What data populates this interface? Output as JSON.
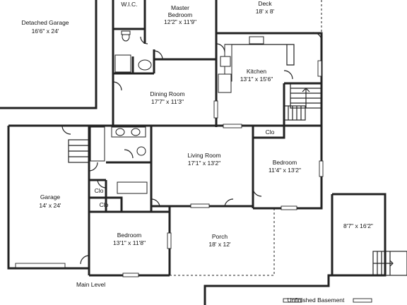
{
  "plan": {
    "caption": "Main Level",
    "rooms": {
      "wic": {
        "name": "W.I.C.",
        "dims": ""
      },
      "master_bedroom": {
        "name": "Master\nBedroom",
        "name_l1": "Master",
        "name_l2": "Bedroom",
        "dims": "12'2\" x 11'9\""
      },
      "deck": {
        "name": "Deck",
        "dims": "18' x 8'"
      },
      "detached_garage": {
        "name": "Detached Garage",
        "dims": "16'6\" x 24'"
      },
      "kitchen": {
        "name": "Kitchen",
        "dims": "13'1\" x 15'6\""
      },
      "dining_room": {
        "name": "Dining Room",
        "dims": "17'7\" x 11'3\""
      },
      "living_room": {
        "name": "Living Room",
        "dims": "17'1\" x 13'2\""
      },
      "bedroom_right": {
        "name": "Bedroom",
        "dims": "11'4\" x 13'2\""
      },
      "garage": {
        "name": "Garage",
        "dims": "14' x 24'"
      },
      "bedroom_bottom": {
        "name": "Bedroom",
        "dims": "13'1\" x 11'8\""
      },
      "porch": {
        "name": "Porch",
        "dims": "18' x 12'"
      },
      "basement_room": {
        "name": "",
        "dims": "8'7\" x 16'2\""
      },
      "unfinished_basement": {
        "name": "Unfinished Basement",
        "dims": ""
      }
    },
    "closets": {
      "closet_right": "Clo",
      "closet_mid": "Clo",
      "closet_lower": "Clo"
    }
  }
}
